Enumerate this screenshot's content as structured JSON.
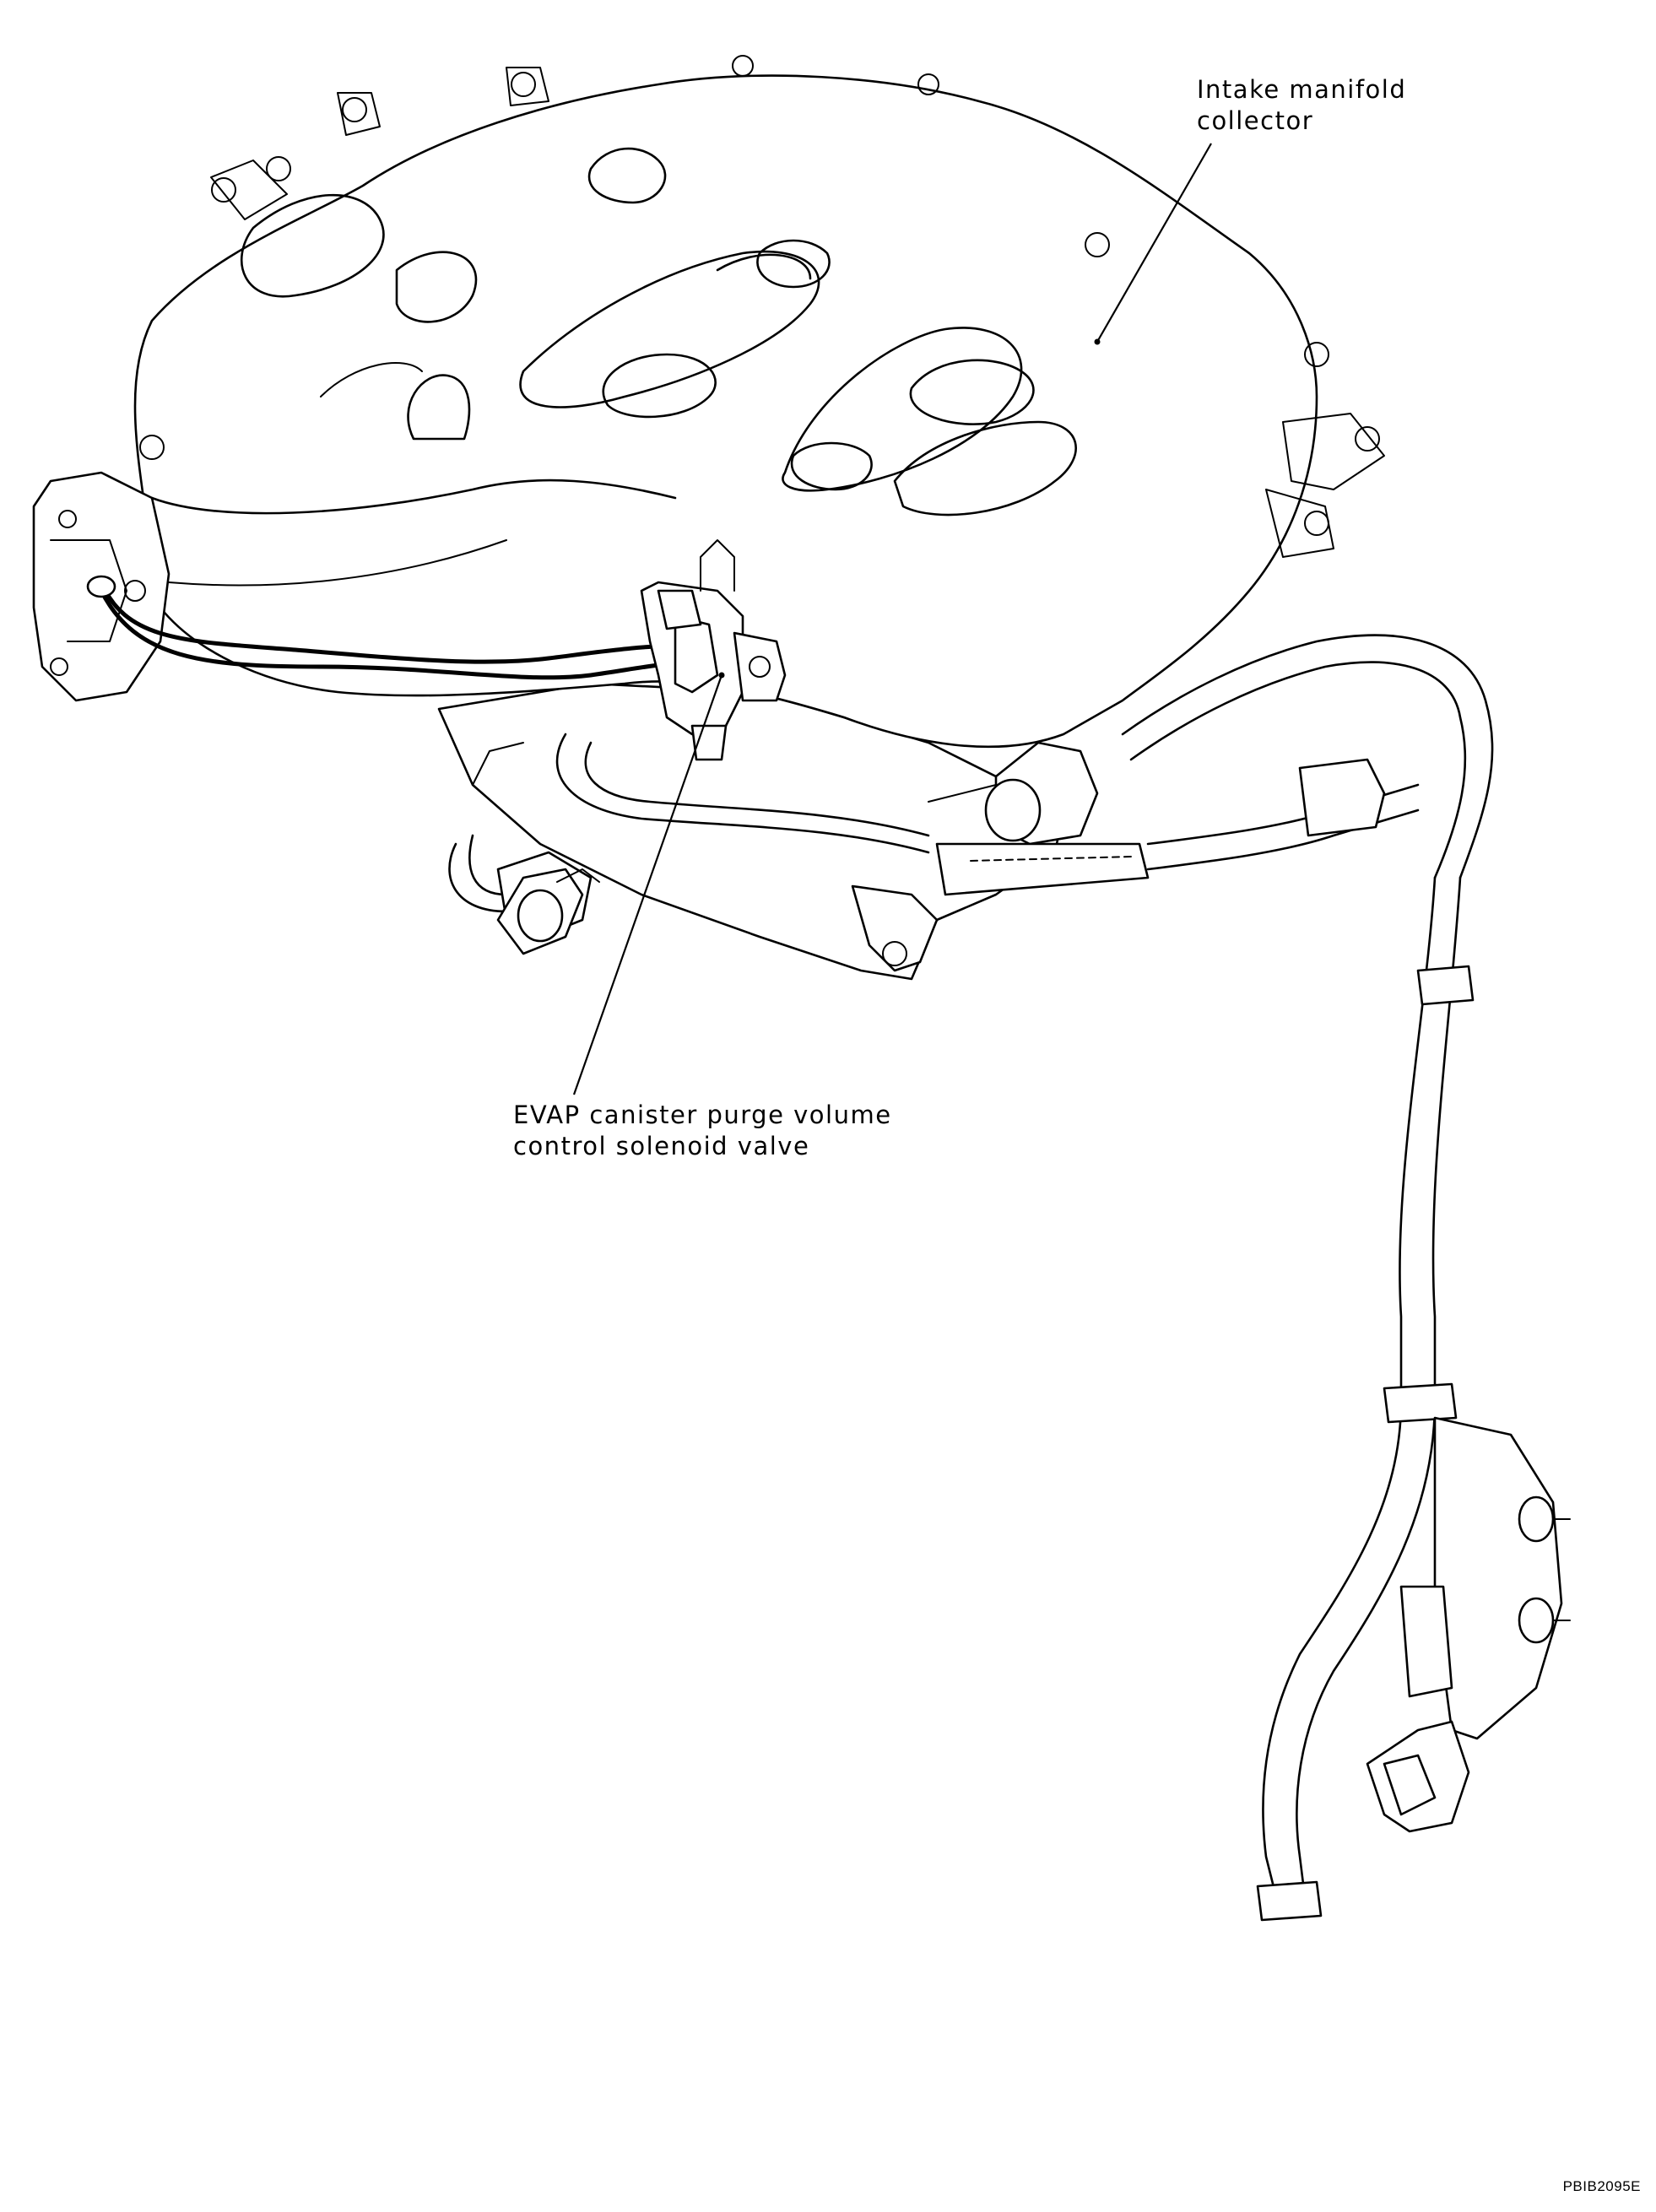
{
  "labels": {
    "intake_line1": "Intake manifold",
    "intake_line2": "collector",
    "evap_line1": "EVAP canister purge volume",
    "evap_line2": "control solenoid valve"
  },
  "figure_code": "PBIB2095E",
  "colors": {
    "line": "#000000",
    "background": "#ffffff"
  }
}
